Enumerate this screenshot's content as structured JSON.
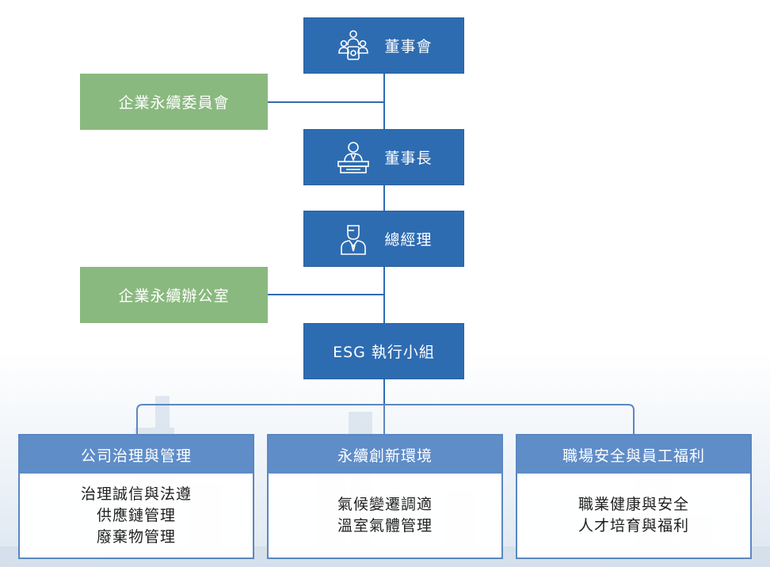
{
  "nodes": {
    "board": "董事會",
    "committee": "企業永續委員會",
    "chairman": "董事長",
    "gm": "總經理",
    "office": "企業永續辦公室",
    "taskforce": "ESG 執行小組"
  },
  "groups": [
    {
      "title": "公司治理與管理",
      "items": [
        "治理誠信與法遵",
        "供應鏈管理",
        "廢棄物管理"
      ]
    },
    {
      "title": "永續創新環境",
      "items": [
        "氣候變遷調適",
        "溫室氣體管理"
      ]
    },
    {
      "title": "職場安全與員工福利",
      "items": [
        "職業健康與安全",
        "人才培育與福利"
      ]
    }
  ],
  "icons": {
    "board": "meeting-icon",
    "chairman": "chairman-desk-icon",
    "gm": "manager-icon"
  },
  "colors": {
    "blue": "#2e6cb2",
    "green": "#8ab97f",
    "card_head": "#5f8dc8",
    "line": "#2e6cb2"
  }
}
